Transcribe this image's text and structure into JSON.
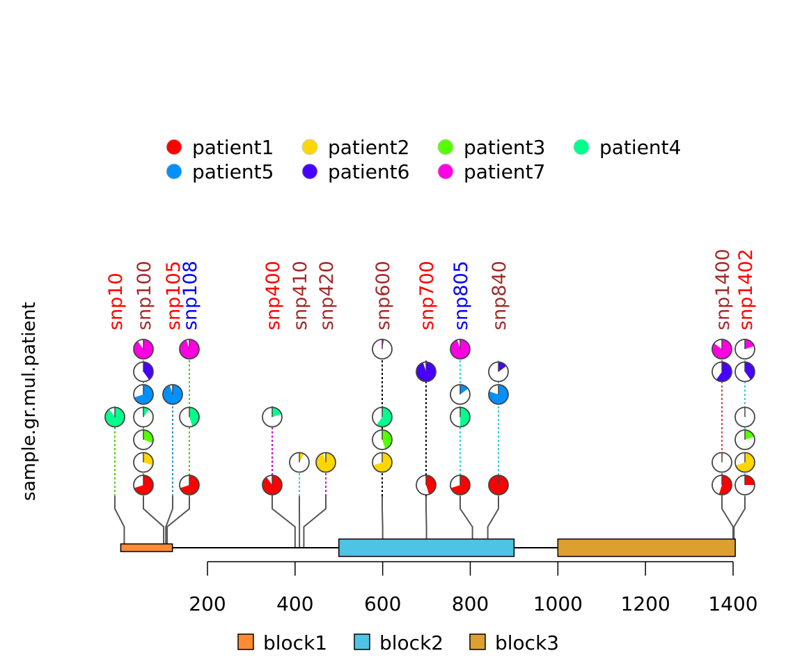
{
  "chart_data": {
    "type": "lollipop-pie",
    "ylabel": "sample.gr.mul.patient",
    "xaxis": {
      "range": [
        200,
        1400
      ],
      "ticks": [
        200,
        400,
        600,
        800,
        1000,
        1200,
        1400
      ]
    },
    "legend_top": {
      "placement": "top",
      "entries": [
        {
          "name": "patient1",
          "color": "#FF0000"
        },
        {
          "name": "patient2",
          "color": "#FFD700"
        },
        {
          "name": "patient3",
          "color": "#55FF00"
        },
        {
          "name": "patient4",
          "color": "#00FF8C"
        },
        {
          "name": "patient5",
          "color": "#0090FF"
        },
        {
          "name": "patient6",
          "color": "#4700FF"
        },
        {
          "name": "patient7",
          "color": "#FF00E3"
        }
      ]
    },
    "legend_bottom": {
      "placement": "bottom",
      "entries": [
        {
          "name": "block1",
          "color": "#FF8C35"
        },
        {
          "name": "block2",
          "color": "#4FC3E3"
        },
        {
          "name": "block3",
          "color": "#DDA030"
        }
      ]
    },
    "blocks": [
      {
        "name": "block1",
        "start": 2,
        "end": 120,
        "color": "#FF8C35"
      },
      {
        "name": "block2",
        "start": 500,
        "end": 900,
        "color": "#4FC3E3"
      },
      {
        "name": "block3",
        "start": 1000,
        "end": 1405,
        "color": "#DDA030"
      }
    ],
    "snps": [
      {
        "label": "snp10",
        "pos": 10,
        "labelColor": "#FF0000",
        "lineColor": "#55CC00",
        "pies": [
          {
            "row": 4,
            "patient": "patient4",
            "fraction": 0.9
          }
        ]
      },
      {
        "label": "snp100",
        "pos": 100,
        "labelColor": "#A52A2A",
        "lineColor": "#55CC00",
        "pies": [
          {
            "row": 1,
            "patient": "patient1",
            "fraction": 0.7
          },
          {
            "row": 2,
            "patient": "patient2",
            "fraction": 0.3
          },
          {
            "row": 3,
            "patient": "patient3",
            "fraction": 0.3
          },
          {
            "row": 4,
            "patient": "patient4",
            "fraction": 0.1
          },
          {
            "row": 5,
            "patient": "patient5",
            "fraction": 0.7
          },
          {
            "row": 6,
            "patient": "patient6",
            "fraction": 0.4
          },
          {
            "row": 7,
            "patient": "patient7",
            "fraction": 0.9
          }
        ]
      },
      {
        "label": "snp105",
        "pos": 105,
        "labelColor": "#FF0000",
        "lineColor": "#2F8FC0",
        "pies": [
          {
            "row": 5,
            "patient": "patient5",
            "fraction": 0.95
          }
        ]
      },
      {
        "label": "snp108",
        "pos": 108,
        "labelColor": "#0000FF",
        "lineColor": "#55CC00",
        "pies": [
          {
            "row": 1,
            "patient": "patient1",
            "fraction": 0.7
          },
          {
            "row": 4,
            "patient": "patient4",
            "fraction": 0.45
          },
          {
            "row": 7,
            "patient": "patient7",
            "fraction": 0.95
          }
        ]
      },
      {
        "label": "snp400",
        "pos": 400,
        "labelColor": "#FF0000",
        "lineColor": "#CC00CC",
        "pies": [
          {
            "row": 1,
            "patient": "patient1",
            "fraction": 0.9
          },
          {
            "row": 4,
            "patient": "patient4",
            "fraction": 0.2
          }
        ]
      },
      {
        "label": "snp410",
        "pos": 410,
        "labelColor": "#A52A2A",
        "lineColor": "#33CCDD",
        "pies": [
          {
            "row": 2,
            "patient": "patient2",
            "fraction": 0.08
          }
        ]
      },
      {
        "label": "snp420",
        "pos": 420,
        "labelColor": "#A52A2A",
        "lineColor": "#CC00CC",
        "pies": [
          {
            "row": 2,
            "patient": "patient2",
            "fraction": 0.95
          }
        ]
      },
      {
        "label": "snp600",
        "pos": 600,
        "labelColor": "#A52A2A",
        "lineColor": "#000000",
        "pies": [
          {
            "row": 2,
            "patient": "patient2",
            "fraction": 0.7
          },
          {
            "row": 3,
            "patient": "patient3",
            "fraction": 0.45
          },
          {
            "row": 4,
            "patient": "patient4",
            "fraction": 0.6
          },
          {
            "row": 7,
            "patient": "patient7",
            "fraction": 0.03
          }
        ]
      },
      {
        "label": "snp700",
        "pos": 700,
        "labelColor": "#FF0000",
        "lineColor": "#000000",
        "pies": [
          {
            "row": 1,
            "patient": "patient1",
            "fraction": 0.45
          },
          {
            "row": 6,
            "patient": "patient6",
            "fraction": 0.95
          }
        ]
      },
      {
        "label": "snp805",
        "pos": 805,
        "labelColor": "#0000FF",
        "lineColor": "#33CCDD",
        "pies": [
          {
            "row": 1,
            "patient": "patient1",
            "fraction": 0.7
          },
          {
            "row": 4,
            "patient": "patient4",
            "fraction": 0.5
          },
          {
            "row": 5,
            "patient": "patient5",
            "fraction": 0.15
          },
          {
            "row": 7,
            "patient": "patient7",
            "fraction": 0.95
          }
        ]
      },
      {
        "label": "snp840",
        "pos": 840,
        "labelColor": "#A52A2A",
        "lineColor": "#33CCDD",
        "pies": [
          {
            "row": 1,
            "patient": "patient1",
            "fraction": 1.0
          },
          {
            "row": 5,
            "patient": "patient5",
            "fraction": 0.8
          },
          {
            "row": 6,
            "patient": "patient6",
            "fraction": 0.15
          }
        ]
      },
      {
        "label": "snp1400",
        "pos": 1400,
        "labelColor": "#A52A2A",
        "lineColor": "#DD4444",
        "pies": [
          {
            "row": 1,
            "patient": "patient1",
            "fraction": 0.55
          },
          {
            "row": 2,
            "patient": "patient2",
            "fraction": 0.02
          },
          {
            "row": 6,
            "patient": "patient6",
            "fraction": 0.6
          },
          {
            "row": 7,
            "patient": "patient7",
            "fraction": 0.85
          }
        ]
      },
      {
        "label": "snp1402",
        "pos": 1402,
        "labelColor": "#FF0000",
        "lineColor": "#33CCDD",
        "pies": [
          {
            "row": 1,
            "patient": "patient1",
            "fraction": 0.25
          },
          {
            "row": 2,
            "patient": "patient2",
            "fraction": 0.7
          },
          {
            "row": 3,
            "patient": "patient3",
            "fraction": 0.2
          },
          {
            "row": 4,
            "patient": "patient4",
            "fraction": 0.0
          },
          {
            "row": 6,
            "patient": "patient6",
            "fraction": 0.4
          },
          {
            "row": 7,
            "patient": "patient7",
            "fraction": 0.2
          }
        ]
      }
    ]
  }
}
